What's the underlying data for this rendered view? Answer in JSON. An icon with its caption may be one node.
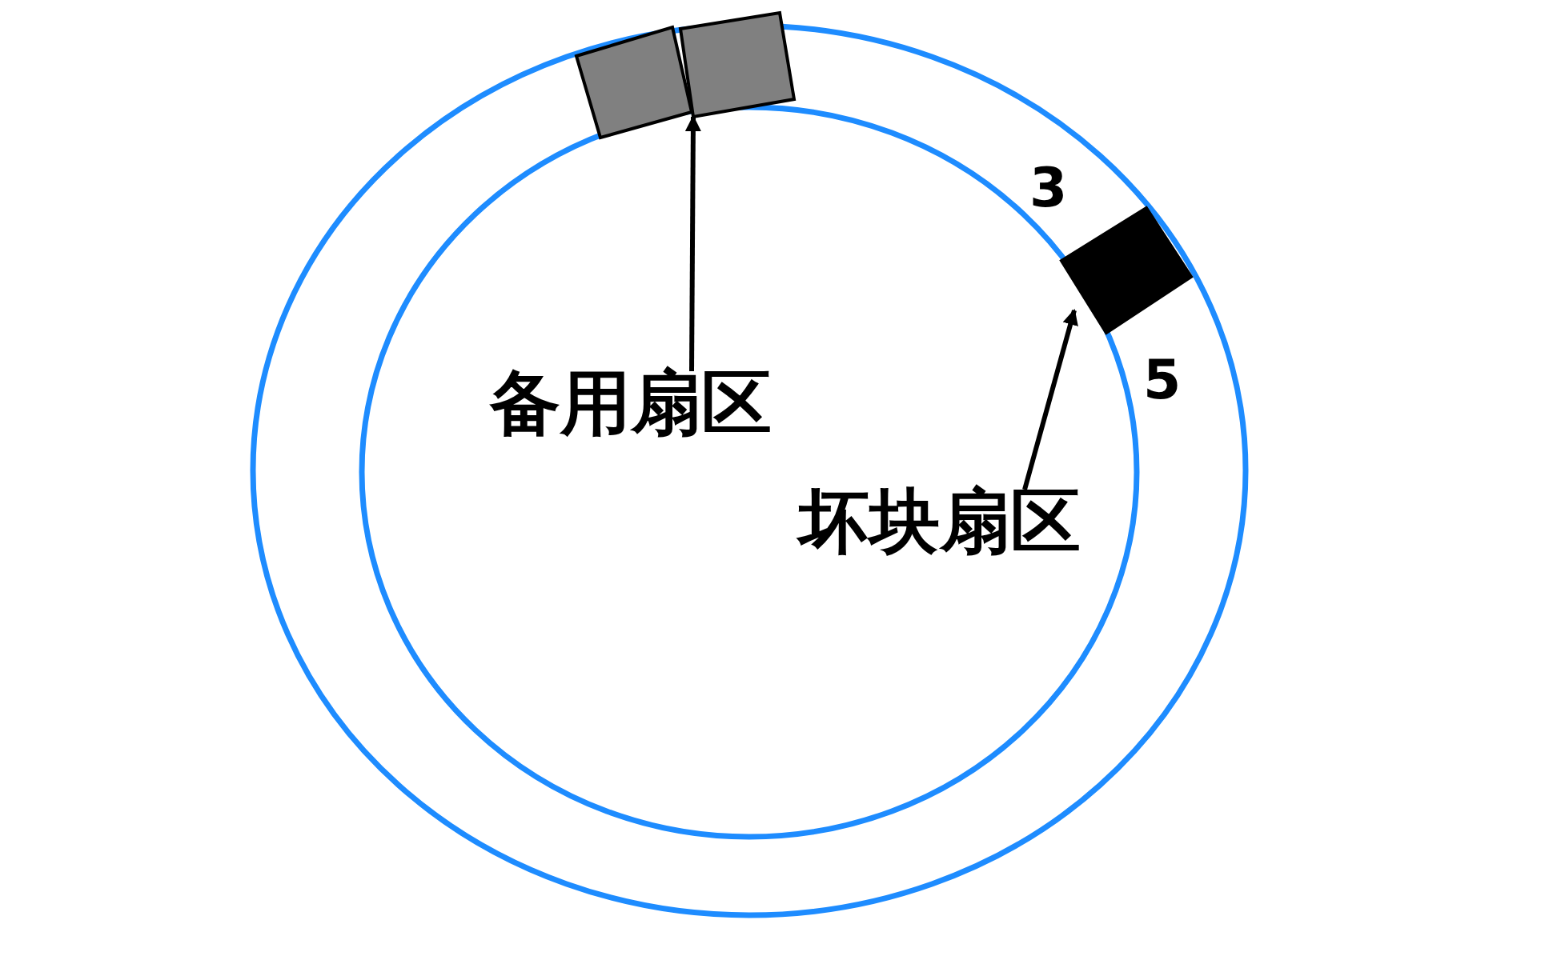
{
  "diagram": {
    "nodes": [
      {
        "text": [
          "备用扇区"
        ]
      },
      {
        "text": [],
        "shape": "box"
      },
      {
        "text": [],
        "shape": "box"
      },
      {
        "text": [
          "坏块扇区"
        ]
      },
      {
        "text": [],
        "shape": "box"
      }
    ],
    "edges": [
      {
        "from": 0,
        "to": 2,
        "arrow": "to"
      },
      {
        "from": 3,
        "to": 4,
        "arrow": "to"
      }
    ],
    "labels": [
      "3",
      "5"
    ]
  }
}
